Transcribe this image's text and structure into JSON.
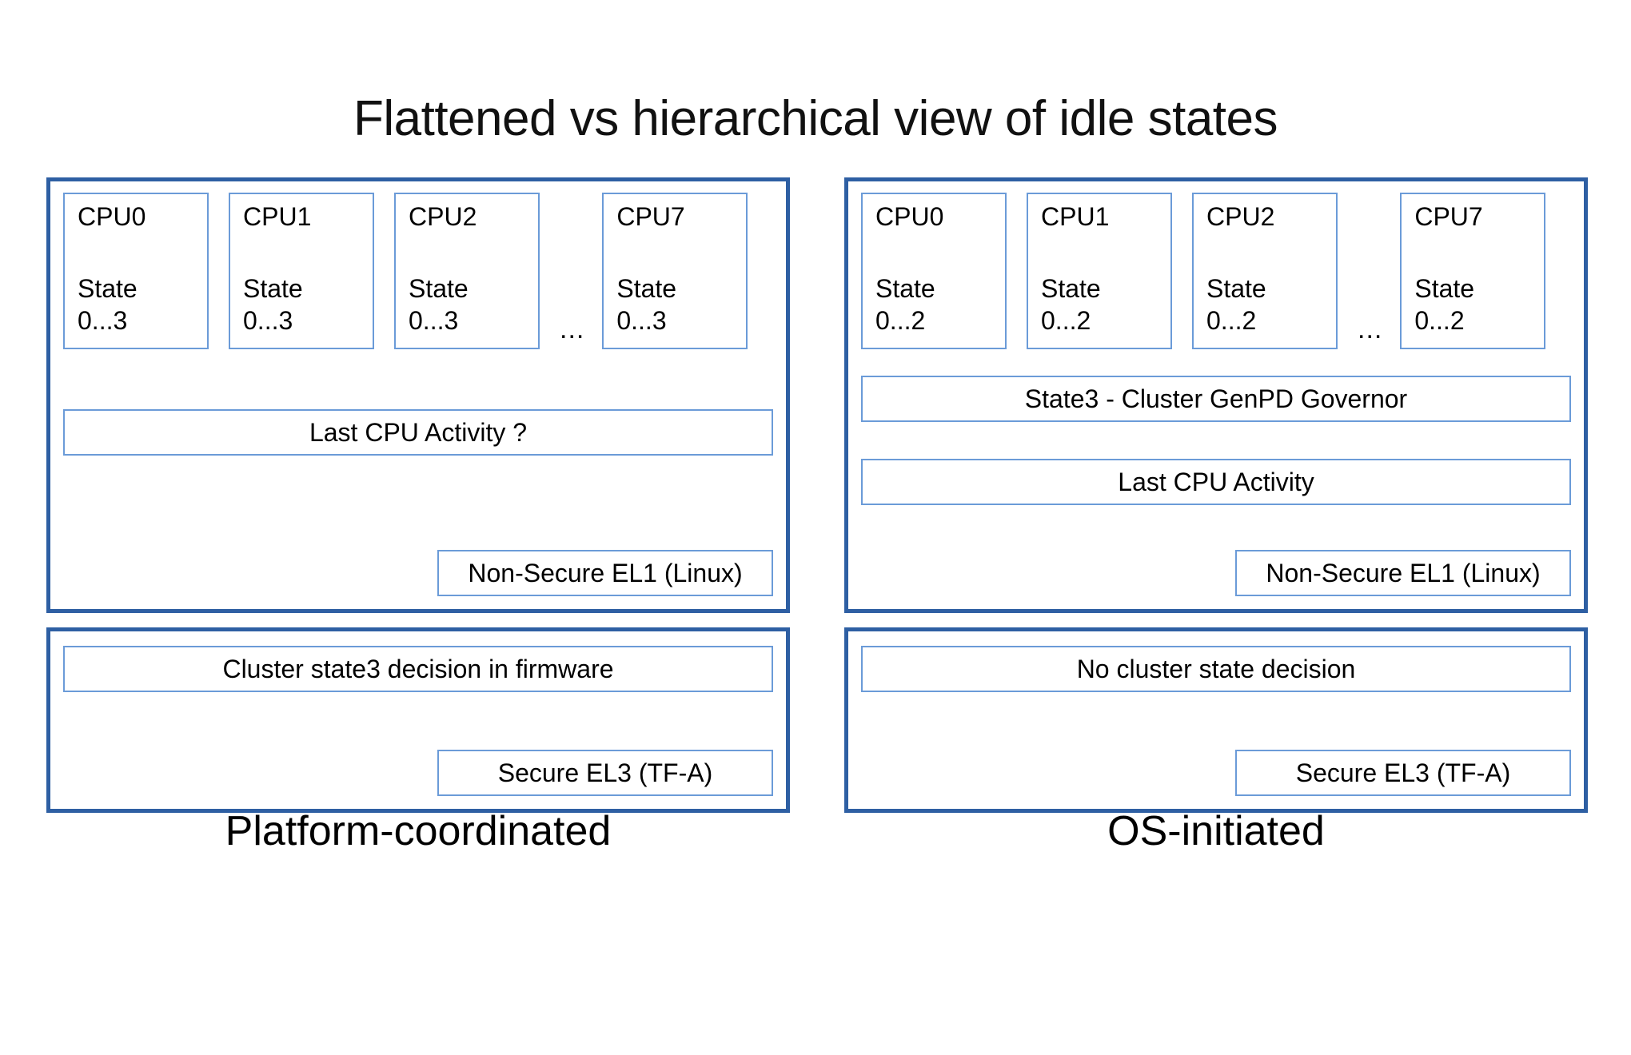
{
  "title": "Flattened vs hierarchical view of idle states",
  "colors": {
    "panel_border": "#2e5fa3",
    "box_border": "#6b9bd8",
    "background": "#ffffff",
    "text": "#000000"
  },
  "panels": {
    "left": {
      "caption": "Platform-coordinated",
      "cpus": [
        {
          "name": "CPU0",
          "state_label": "State",
          "state_range": "0...3"
        },
        {
          "name": "CPU1",
          "state_label": "State",
          "state_range": "0...3"
        },
        {
          "name": "CPU2",
          "state_label": "State",
          "state_range": "0...3"
        },
        {
          "name": "CPU7",
          "state_label": "State",
          "state_range": "0...3"
        }
      ],
      "ellipsis": "...",
      "bars": {
        "last_cpu_activity": "Last CPU Activity ?"
      },
      "exception_level": "Non-Secure EL1 (Linux)",
      "firmware": {
        "decision": "Cluster state3 decision in firmware",
        "exception_level": "Secure EL3 (TF-A)"
      }
    },
    "right": {
      "caption": "OS-initiated",
      "cpus": [
        {
          "name": "CPU0",
          "state_label": "State",
          "state_range": "0...2"
        },
        {
          "name": "CPU1",
          "state_label": "State",
          "state_range": "0...2"
        },
        {
          "name": "CPU2",
          "state_label": "State",
          "state_range": "0...2"
        },
        {
          "name": "CPU7",
          "state_label": "State",
          "state_range": "0...2"
        }
      ],
      "ellipsis": "...",
      "bars": {
        "cluster_governor": "State3 - Cluster GenPD Governor",
        "last_cpu_activity": "Last CPU Activity"
      },
      "exception_level": "Non-Secure EL1 (Linux)",
      "firmware": {
        "decision": "No cluster state decision",
        "exception_level": "Secure EL3 (TF-A)"
      }
    }
  }
}
